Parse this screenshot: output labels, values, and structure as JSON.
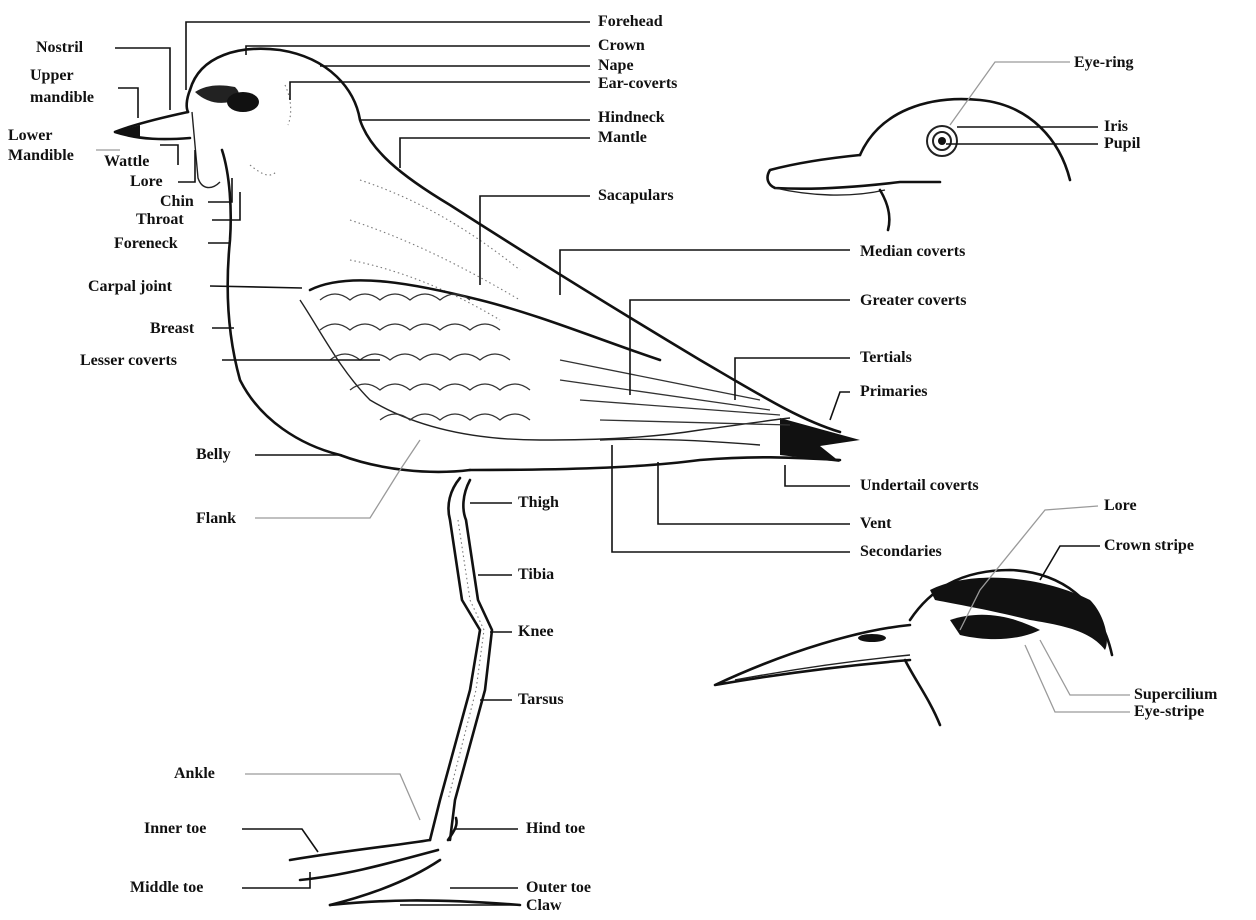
{
  "diagram": {
    "main_bird_labels": {
      "forehead": "Forehead",
      "crown": "Crown",
      "nape": "Nape",
      "ear_coverts": "Ear-coverts",
      "hindneck": "Hindneck",
      "mantle": "Mantle",
      "sacapulars": "Sacapulars",
      "median_coverts": "Median coverts",
      "greater_coverts": "Greater coverts",
      "tertials": "Tertials",
      "primaries": "Primaries",
      "undertail_coverts": "Undertail coverts",
      "vent": "Vent",
      "secondaries": "Secondaries",
      "nostril": "Nostril",
      "upper_mandible": "Upper\nmandible",
      "lower_mandible": "Lower\nMandible",
      "wattle": "Wattle",
      "lore": "Lore",
      "chin": "Chin",
      "throat": "Throat",
      "foreneck": "Foreneck",
      "carpal_joint": "Carpal joint",
      "breast": "Breast",
      "lesser_coverts": "Lesser coverts",
      "belly": "Belly",
      "flank": "Flank",
      "thigh": "Thigh",
      "tibia": "Tibia",
      "knee": "Knee",
      "tarsus": "Tarsus",
      "ankle": "Ankle",
      "inner_toe": "Inner toe",
      "middle_toe": "Middle toe",
      "hind_toe": "Hind toe",
      "outer_toe": "Outer toe",
      "claw": "Claw"
    },
    "eye_head_labels": {
      "eye_ring": "Eye-ring",
      "iris": "Iris",
      "pupil": "Pupil"
    },
    "stripe_head_labels": {
      "lore": "Lore",
      "crown_stripe": "Crown stripe",
      "supercilium": "Supercilium",
      "eye_stripe": "Eye-stripe"
    }
  }
}
